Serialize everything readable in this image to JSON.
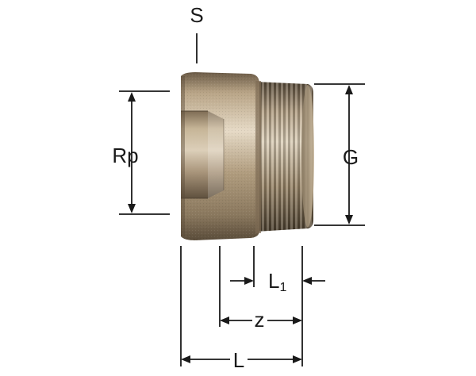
{
  "diagram": {
    "labels": {
      "s": "S",
      "rp": "Rp",
      "g": "G",
      "l1_main": "L",
      "l1_sub": "1",
      "z": "z",
      "l": "L"
    },
    "colors": {
      "line": "#1a1a1a",
      "body_dark": "#5e5040",
      "body_mid": "#a89478",
      "body_light": "#e4d8c4",
      "thread_dark": "#4a3e30",
      "thread_light": "#d2c4ac"
    }
  }
}
